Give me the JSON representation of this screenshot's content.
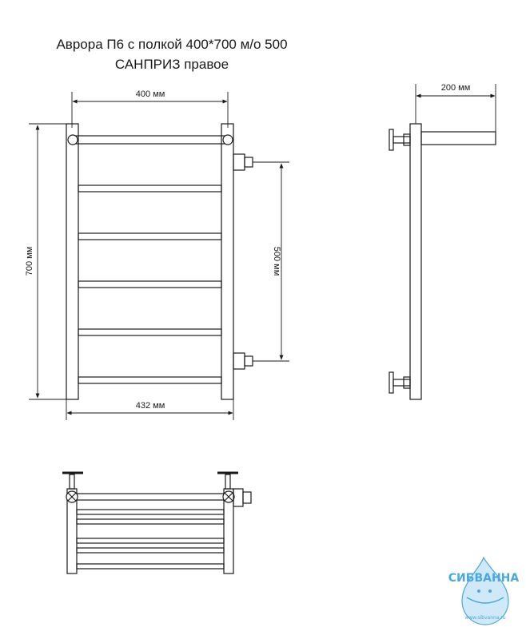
{
  "title": {
    "line1": "Аврора П6 с полкой 400*700 м/о 500",
    "line2": "САНПРИЗ правое"
  },
  "dimensions": {
    "top_width": "400 мм",
    "height": "700 мм",
    "center_distance": "500 мм",
    "total_width": "432 мм",
    "depth": "200 мм"
  },
  "logo": {
    "name": "СИБВАННА",
    "url": "www.sibvanna.ru"
  },
  "colors": {
    "line": "#1a1a1a",
    "logo": "#4aa8dd"
  }
}
